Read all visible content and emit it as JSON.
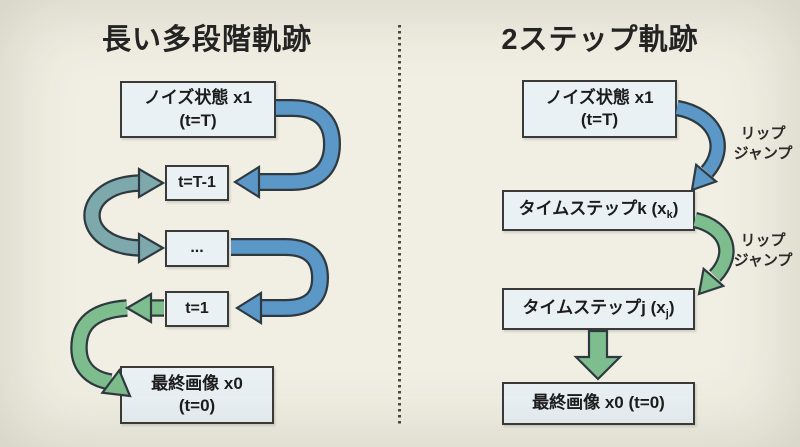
{
  "left_panel": {
    "title": "長い多段階軌跡",
    "boxes": {
      "noise": {
        "line1": "ノイズ状態 x1",
        "line2": "(t=T)"
      },
      "t_minus_1": "t=T-1",
      "ellipsis": "...",
      "t_1": "t=1",
      "final": {
        "line1": "最終画像 x0",
        "line2": "(t=0)"
      }
    }
  },
  "right_panel": {
    "title": "2ステップ軌跡",
    "boxes": {
      "noise": {
        "line1": "ノイズ状態 x1",
        "line2": "(t=T)"
      },
      "step_k": {
        "prefix": "タイムステップk (x",
        "sub": "k",
        "suffix": ")"
      },
      "step_j": {
        "prefix": "タイムステップj (x",
        "sub": "j",
        "suffix": ")"
      },
      "final": "最終画像 x0 (t=0)"
    },
    "labels": {
      "leap1": {
        "line1": "リップ",
        "line2": "ジャンプ"
      },
      "leap2": {
        "line1": "リップ",
        "line2": "ジャンプ"
      }
    }
  },
  "colors": {
    "background": "#f1efe3",
    "box_fill": "#eaf1f5",
    "box_border": "#3a3a38",
    "arrow_blue": "#5b97c7",
    "arrow_teal": "#7da9ac",
    "arrow_green": "#7ebd8d",
    "arrow_outline": "#2f3a40",
    "divider": "#4a4a42",
    "text": "#1c1c1c"
  }
}
